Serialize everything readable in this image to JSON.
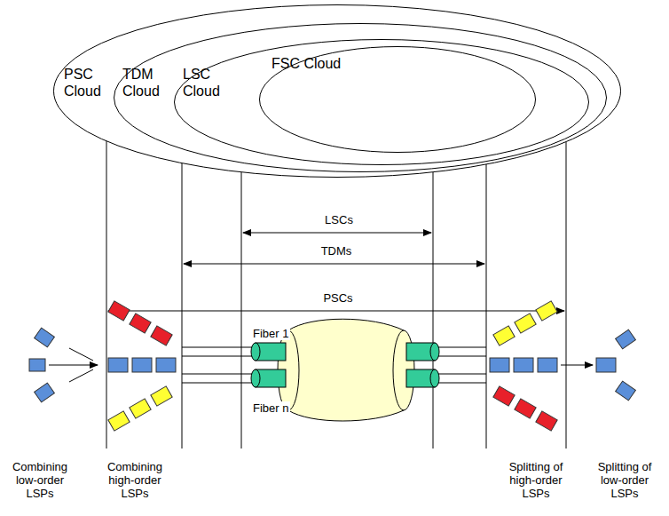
{
  "diagram": {
    "nodes": [
      {
        "text": [
          "PSC Cloud"
        ]
      },
      {
        "text": [
          "TDM Cloud"
        ],
        "in": 0
      },
      {
        "text": [
          "LSC Cloud"
        ],
        "in": 1
      },
      {
        "text": [
          "FSC Cloud"
        ],
        "in": 2
      }
    ],
    "labels": [
      "LSCs",
      "TDMs",
      "PSCs",
      "Fiber 1",
      "Fiber n",
      "Combining low-order LSPs",
      "Combining high-order LSPs",
      "Splitting of high-order LSPs",
      "Splitting of low-order LSPs"
    ]
  }
}
